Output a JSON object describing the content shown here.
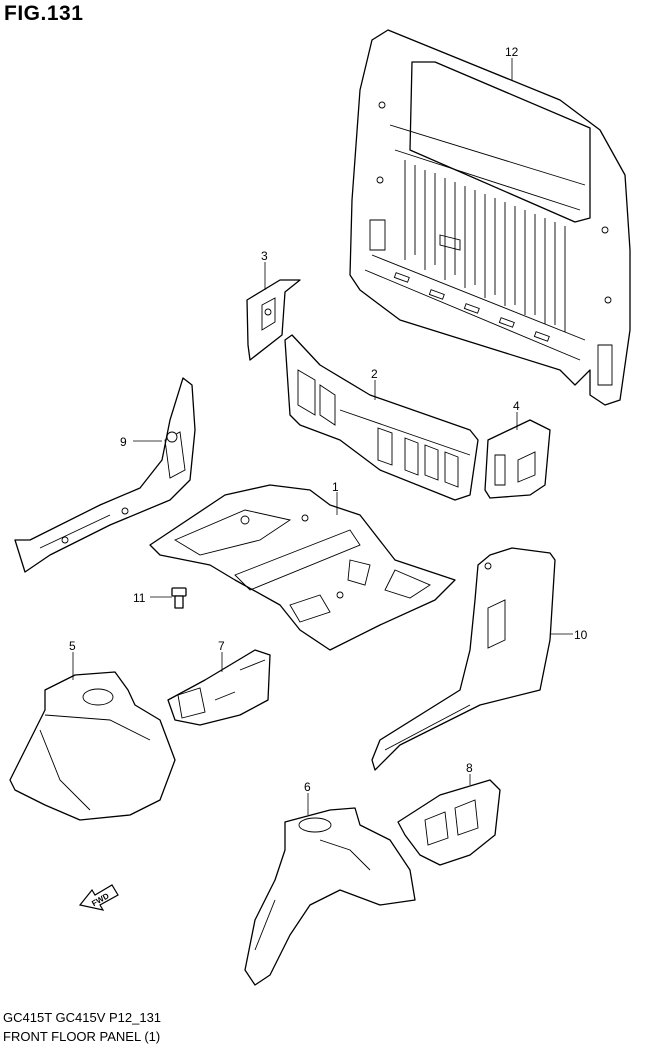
{
  "figure": {
    "title": "FIG.131"
  },
  "footer": {
    "models": "GC415T GC415V P12_131",
    "caption": "FRONT FLOOR PANEL (1)"
  },
  "callouts": [
    "1",
    "2",
    "3",
    "4",
    "5",
    "6",
    "7",
    "8",
    "9",
    "10",
    "11",
    "12"
  ],
  "icons": {
    "fwd": "FWD",
    "fwd_icon": "forward-direction-arrow-icon"
  }
}
